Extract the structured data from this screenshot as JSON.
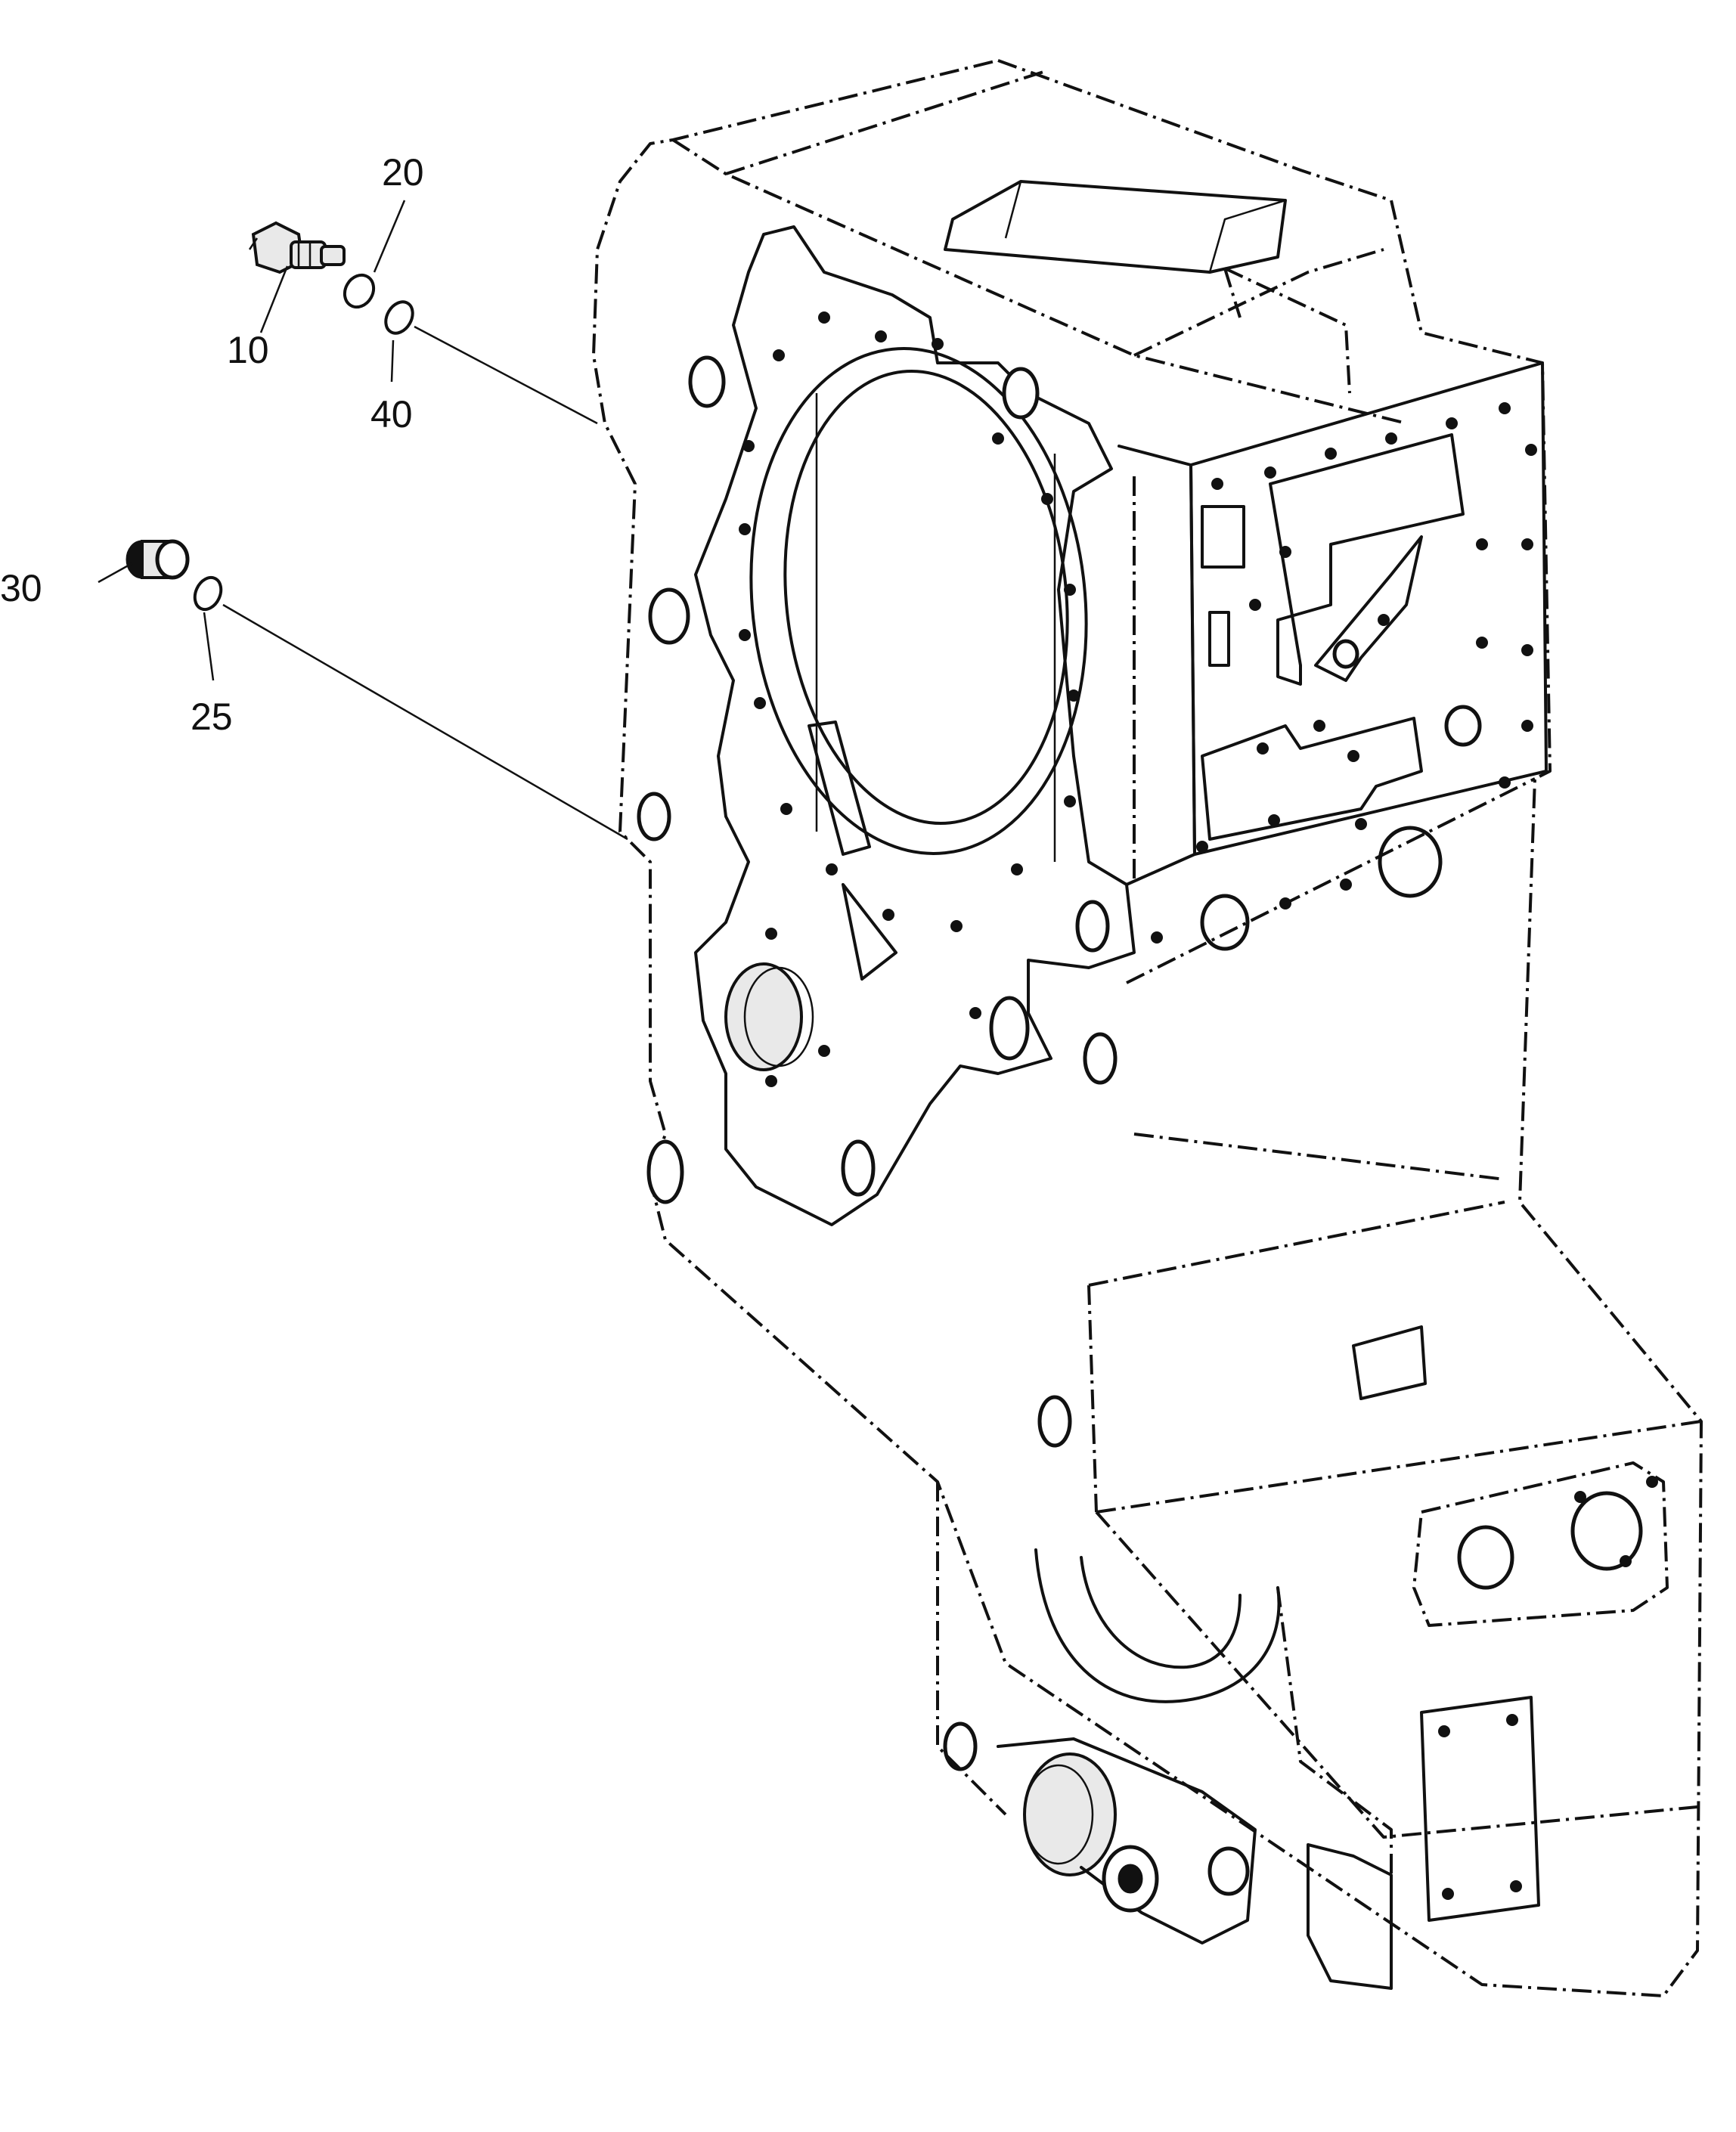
{
  "callouts": [
    {
      "id": "10",
      "label": "10"
    },
    {
      "id": "20",
      "label": "20"
    },
    {
      "id": "40",
      "label": "40"
    },
    {
      "id": "30",
      "label": "30"
    },
    {
      "id": "25",
      "label": "25"
    }
  ],
  "colors": {
    "ink": "#111111",
    "paper": "#ffffff"
  }
}
